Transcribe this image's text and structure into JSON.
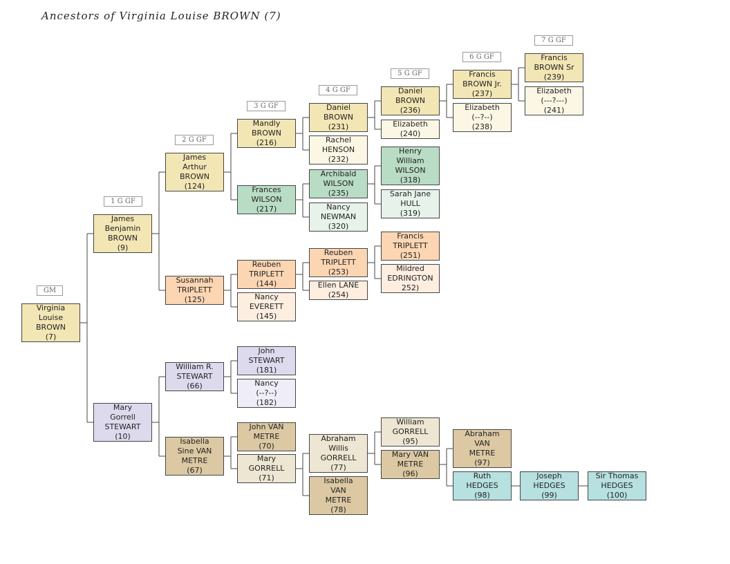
{
  "title": "Ancestors of Virginia Louise BROWN (7)",
  "colors": {
    "yellow": "#f3e6b5",
    "yellow_light": "#fcf7e5",
    "green": "#b9dcc5",
    "green_light": "#e7f3ea",
    "orange": "#fcd6b3",
    "orange_light": "#fdeee0",
    "purple": "#dedaee",
    "purple_light": "#efedf8",
    "tan": "#dcc9a3",
    "tan_light": "#ede6d2",
    "teal": "#b7e0e0",
    "line": "#444444"
  },
  "generations": [
    "GM",
    "1 G GF",
    "2 G GF",
    "3 G GF",
    "4 G GF",
    "5 G GF",
    "6 G GF",
    "7 G GF"
  ],
  "people": [
    {
      "id": 7,
      "lines": [
        "Virginia",
        "Louise",
        "BROWN",
        "(7)"
      ],
      "color": "yellow"
    },
    {
      "id": 9,
      "lines": [
        "James",
        "Benjamin",
        "BROWN",
        "(9)"
      ],
      "color": "yellow"
    },
    {
      "id": 10,
      "lines": [
        "Mary",
        "Gorrell",
        "STEWART",
        "(10)"
      ],
      "color": "purple"
    },
    {
      "id": 124,
      "lines": [
        "James",
        "Arthur",
        "BROWN",
        "(124)"
      ],
      "color": "yellow"
    },
    {
      "id": 125,
      "lines": [
        "Susannah",
        "TRIPLETT",
        "(125)"
      ],
      "color": "orange"
    },
    {
      "id": 66,
      "lines": [
        "William R.",
        "STEWART",
        "(66)"
      ],
      "color": "purple"
    },
    {
      "id": 67,
      "lines": [
        "Isabella",
        "Sine VAN",
        "METRE",
        "(67)"
      ],
      "color": "tan"
    },
    {
      "id": 216,
      "lines": [
        "Mandly",
        "BROWN",
        "(216)"
      ],
      "color": "yellow"
    },
    {
      "id": 217,
      "lines": [
        "Frances",
        "WILSON",
        "(217)"
      ],
      "color": "green"
    },
    {
      "id": 144,
      "lines": [
        "Reuben",
        "TRIPLETT",
        "(144)"
      ],
      "color": "orange"
    },
    {
      "id": 145,
      "lines": [
        "Nancy",
        "EVERETT",
        "(145)"
      ],
      "color": "orange_light"
    },
    {
      "id": 181,
      "lines": [
        "John",
        "STEWART",
        "(181)"
      ],
      "color": "purple"
    },
    {
      "id": 182,
      "lines": [
        "Nancy",
        "(--?--)",
        "(182)"
      ],
      "color": "purple_light"
    },
    {
      "id": 70,
      "lines": [
        "John VAN",
        "METRE",
        "(70)"
      ],
      "color": "tan"
    },
    {
      "id": 71,
      "lines": [
        "Mary",
        "GORRELL",
        "(71)"
      ],
      "color": "tan_light"
    },
    {
      "id": 231,
      "lines": [
        "Daniel",
        "BROWN",
        "(231)"
      ],
      "color": "yellow"
    },
    {
      "id": 232,
      "lines": [
        "Rachel",
        "HENSON",
        "(232)"
      ],
      "color": "yellow_light"
    },
    {
      "id": 235,
      "lines": [
        "Archibald",
        "WILSON",
        "(235)"
      ],
      "color": "green"
    },
    {
      "id": 320,
      "lines": [
        "Nancy",
        "NEWMAN",
        "(320)"
      ],
      "color": "green_light"
    },
    {
      "id": 253,
      "lines": [
        "Reuben",
        "TRIPLETT",
        "(253)"
      ],
      "color": "orange"
    },
    {
      "id": 254,
      "lines": [
        "Ellen LANE",
        "(254)"
      ],
      "color": "orange_light"
    },
    {
      "id": 77,
      "lines": [
        "Abraham",
        "Willis",
        "GORRELL",
        "(77)"
      ],
      "color": "tan_light"
    },
    {
      "id": 78,
      "lines": [
        "Isabella",
        "VAN",
        "METRE",
        "(78)"
      ],
      "color": "tan"
    },
    {
      "id": 236,
      "lines": [
        "Daniel",
        "BROWN",
        "(236)"
      ],
      "color": "yellow"
    },
    {
      "id": 240,
      "lines": [
        "Elizabeth",
        "(240)"
      ],
      "color": "yellow_light"
    },
    {
      "id": 318,
      "lines": [
        "Henry",
        "William",
        "WILSON",
        "(318)"
      ],
      "color": "green"
    },
    {
      "id": 319,
      "lines": [
        "Sarah Jane",
        "HULL",
        "(319)"
      ],
      "color": "green_light"
    },
    {
      "id": 251,
      "lines": [
        "Francis",
        "TRIPLETT",
        "(251)"
      ],
      "color": "orange"
    },
    {
      "id": 252,
      "lines": [
        "Mildred",
        "EDRINGTON",
        "252)"
      ],
      "color": "orange_light"
    },
    {
      "id": 95,
      "lines": [
        "William",
        "GORRELL",
        "(95)"
      ],
      "color": "tan_light"
    },
    {
      "id": 96,
      "lines": [
        "Mary VAN",
        "METRE",
        "(96)"
      ],
      "color": "tan"
    },
    {
      "id": 237,
      "lines": [
        "Francis",
        "BROWN Jr.",
        "(237)"
      ],
      "color": "yellow"
    },
    {
      "id": 238,
      "lines": [
        "Elizabeth",
        "(--?--)",
        "(238)"
      ],
      "color": "yellow_light"
    },
    {
      "id": 97,
      "lines": [
        "Abraham",
        "VAN",
        "METRE",
        "(97)"
      ],
      "color": "tan"
    },
    {
      "id": 98,
      "lines": [
        "Ruth",
        "HEDGES",
        "(98)"
      ],
      "color": "teal"
    },
    {
      "id": 239,
      "lines": [
        "Francis",
        "BROWN Sr",
        "(239)"
      ],
      "color": "yellow"
    },
    {
      "id": 241,
      "lines": [
        "Elizabeth",
        "(---?---)",
        "(241)"
      ],
      "color": "yellow_light"
    },
    {
      "id": 99,
      "lines": [
        "Joseph",
        "HEDGES",
        "(99)"
      ],
      "color": "teal"
    },
    {
      "id": 100,
      "lines": [
        "Sir Thomas",
        "HEDGES",
        "(100)"
      ],
      "color": "teal"
    }
  ],
  "parents": [
    {
      "child": 7,
      "parents": [
        9,
        10
      ]
    },
    {
      "child": 9,
      "parents": [
        124,
        125
      ]
    },
    {
      "child": 10,
      "parents": [
        66,
        67
      ]
    },
    {
      "child": 124,
      "parents": [
        216,
        217
      ]
    },
    {
      "child": 125,
      "parents": [
        144,
        145
      ]
    },
    {
      "child": 66,
      "parents": [
        181,
        182
      ]
    },
    {
      "child": 67,
      "parents": [
        70,
        71
      ]
    },
    {
      "child": 216,
      "parents": [
        231,
        232
      ]
    },
    {
      "child": 217,
      "parents": [
        235,
        320
      ]
    },
    {
      "child": 144,
      "parents": [
        253,
        254
      ]
    },
    {
      "child": 71,
      "parents": [
        77,
        78
      ]
    },
    {
      "child": 231,
      "parents": [
        236,
        240
      ]
    },
    {
      "child": 235,
      "parents": [
        318,
        319
      ]
    },
    {
      "child": 253,
      "parents": [
        251,
        252
      ]
    },
    {
      "child": 77,
      "parents": [
        95,
        96
      ]
    },
    {
      "child": 236,
      "parents": [
        237,
        238
      ]
    },
    {
      "child": 96,
      "parents": [
        97,
        98
      ]
    },
    {
      "child": 237,
      "parents": [
        239,
        241
      ]
    },
    {
      "child": 98,
      "parents": [
        99
      ]
    },
    {
      "child": 99,
      "parents": [
        100
      ]
    }
  ]
}
